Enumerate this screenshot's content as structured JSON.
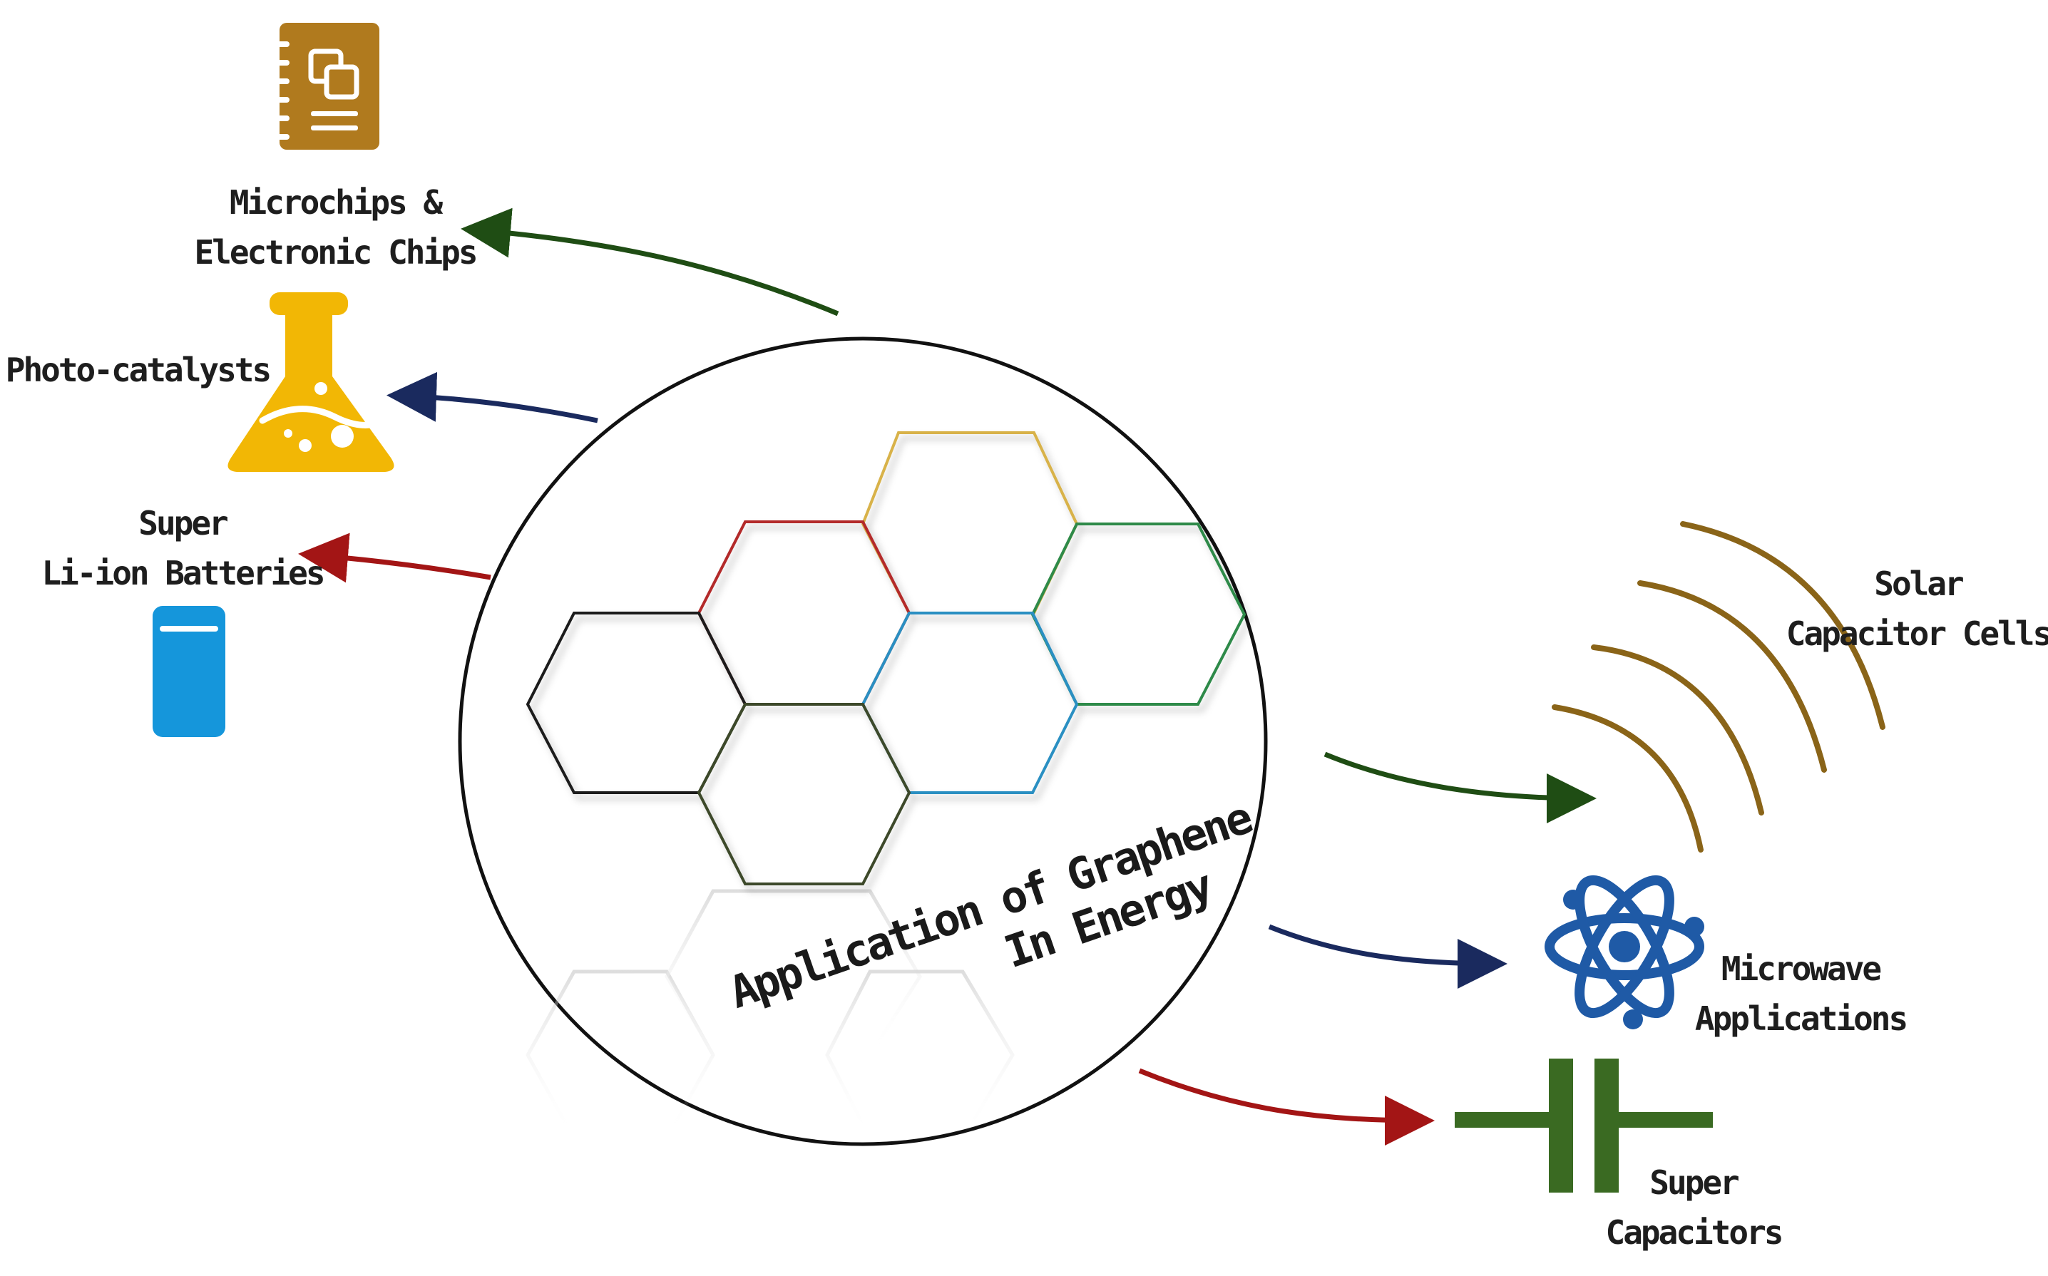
{
  "diagram": {
    "title_line1": "Application of Graphene",
    "title_line2": "In Energy",
    "items": {
      "microchips": {
        "line1": "Microchips &",
        "line2": "Electronic Chips",
        "icon": "notebook-icon"
      },
      "photocatalysts": {
        "line1": "Photo-catalysts",
        "icon": "flask-icon"
      },
      "batteries": {
        "line1": "Super",
        "line2": "Li-ion Batteries",
        "icon": "battery-icon"
      },
      "solar": {
        "line1": "Solar",
        "line2": "Capacitor Cells",
        "icon": "signal-waves-icon"
      },
      "microwave": {
        "line1": "Microwave",
        "line2": "Applications",
        "icon": "atom-icon"
      },
      "capacitors": {
        "line1": "Super",
        "line2": "Capacitors",
        "icon": "capacitor-icon"
      }
    },
    "colors": {
      "green_arrow": "#1f4d14",
      "navy_arrow": "#1a2a5e",
      "red_arrow": "#a31515",
      "notebook": "#b07a1e",
      "flask": "#f2b705",
      "battery": "#1596db",
      "waves": "#8a6418",
      "atom": "#1f5aa6",
      "capacitor": "#3a6a22"
    }
  }
}
